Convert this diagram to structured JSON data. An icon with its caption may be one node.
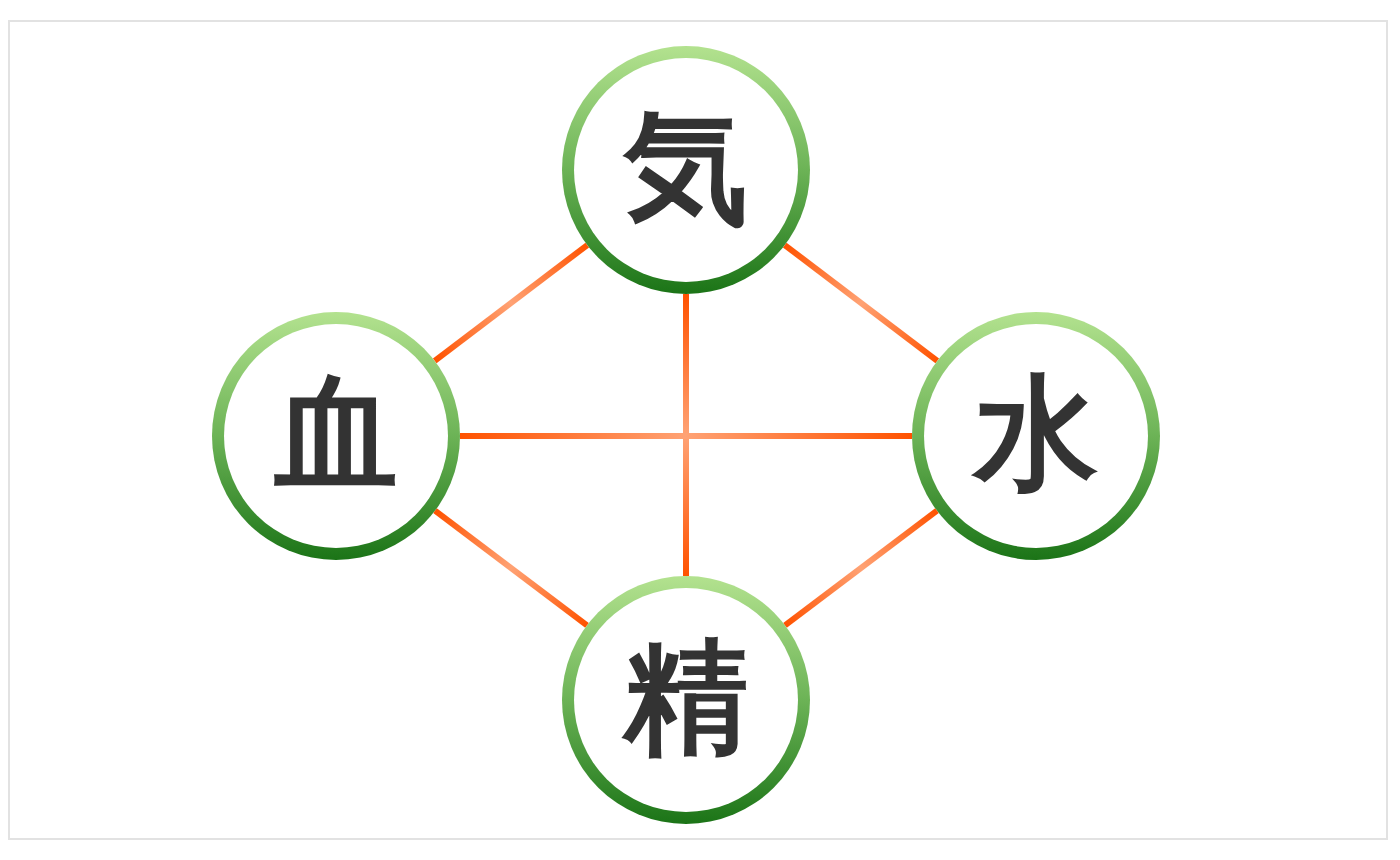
{
  "diagram": {
    "nodes": [
      {
        "text": [
          "気"
        ]
      },
      {
        "text": [
          "血"
        ]
      },
      {
        "text": [
          "水"
        ]
      },
      {
        "text": [
          "精"
        ]
      }
    ],
    "edges": [
      {
        "from": 0,
        "to": 1,
        "arrow": "none"
      },
      {
        "from": 0,
        "to": 2,
        "arrow": "none"
      },
      {
        "from": 0,
        "to": 3,
        "arrow": "none"
      },
      {
        "from": 1,
        "to": 2,
        "arrow": "none"
      },
      {
        "from": 1,
        "to": 3,
        "arrow": "none"
      },
      {
        "from": 2,
        "to": 3,
        "arrow": "none"
      }
    ]
  }
}
